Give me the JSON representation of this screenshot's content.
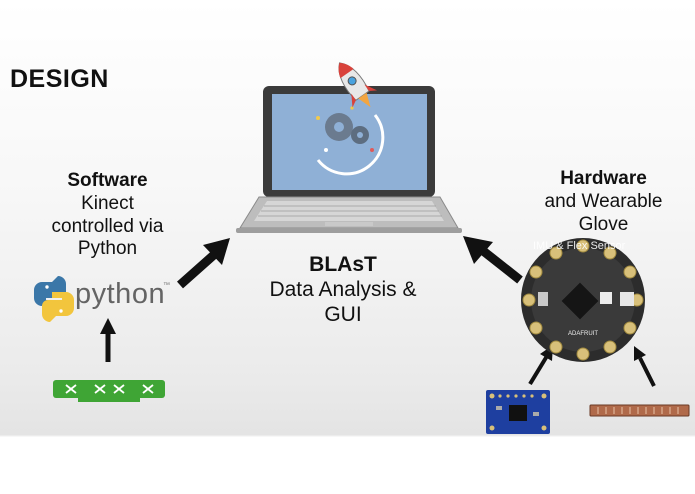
{
  "slide": {
    "title": "DESIGN",
    "software": {
      "heading": "Software",
      "lines": [
        "Kinect",
        "controlled via",
        "Python"
      ]
    },
    "center": {
      "heading": "BLAsT",
      "lines": [
        "Data Analysis &",
        "GUI"
      ]
    },
    "hardware": {
      "heading": "Hardware",
      "lines": [
        "and Wearable",
        "Glove"
      ],
      "sensor_label": "IMU & Flex Sensor"
    },
    "python_logo": {
      "word": "python",
      "tm": "™"
    }
  },
  "colors": {
    "laptop_screen": "#8fb0d6",
    "kinect_green": "#3fa535",
    "arrow": "#111111",
    "flora_board": "#2c2c2c",
    "imu_board": "#1e3fa0",
    "flex_sensor": "#b06a4a"
  },
  "icons": [
    "laptop-icon",
    "rocket-icon",
    "gears-icon",
    "python-logo-icon",
    "kinect-icon",
    "flora-board-icon",
    "imu-sensor-icon",
    "flex-sensor-icon"
  ]
}
